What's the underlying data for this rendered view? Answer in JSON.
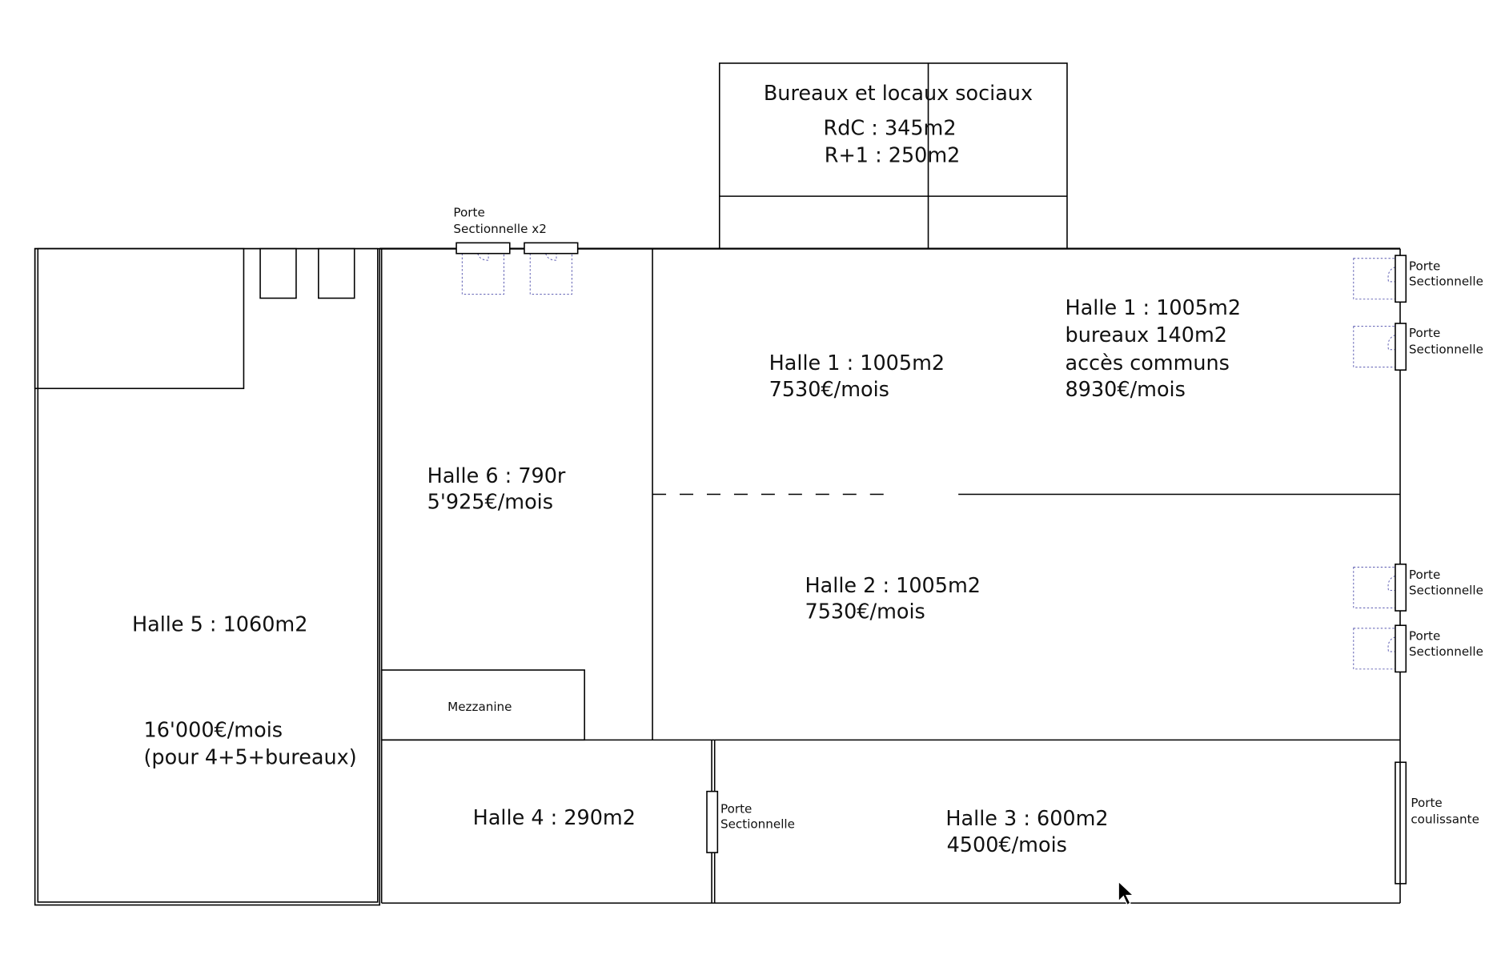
{
  "offices": {
    "title": "Bureaux et locaux sociaux",
    "ground_floor": "RdC : 345m2",
    "first_floor": "R+1 : 250m2"
  },
  "halls": {
    "halle1_left": {
      "area": "Halle 1 : 1005m2",
      "price": "7530€/mois"
    },
    "halle1_right": {
      "area": "Halle 1 : 1005m2",
      "offices": "bureaux 140m2",
      "access": "accès communs",
      "price": "8930€/mois"
    },
    "halle2": {
      "area": "Halle 2 : 1005m2",
      "price": "7530€/mois"
    },
    "halle3": {
      "area": "Halle 3 : 600m2",
      "price": "4500€/mois"
    },
    "halle4": {
      "area": "Halle 4 : 290m2"
    },
    "halle5": {
      "area": "Halle 5 : 1060m2",
      "price": "16'000€/mois",
      "note": "(pour 4+5+bureaux)"
    },
    "halle6": {
      "area": "Halle 6 : 790r",
      "price": "5'925€/mois"
    },
    "mezzanine": "Mezzanine"
  },
  "doors": {
    "top": {
      "line1": "Porte",
      "line2": "Sectionnelle x2"
    },
    "right1": {
      "line1": "Porte",
      "line2": "Sectionnelle"
    },
    "right2": {
      "line1": "Porte",
      "line2": "Sectionnelle"
    },
    "right3": {
      "line1": "Porte",
      "line2": "Sectionnelle"
    },
    "right4": {
      "line1": "Porte",
      "line2": "Sectionnelle"
    },
    "middle": {
      "line1": "Porte",
      "line2": "Sectionnelle"
    },
    "sliding": {
      "line1": "Porte",
      "line2": "coulissante"
    }
  }
}
